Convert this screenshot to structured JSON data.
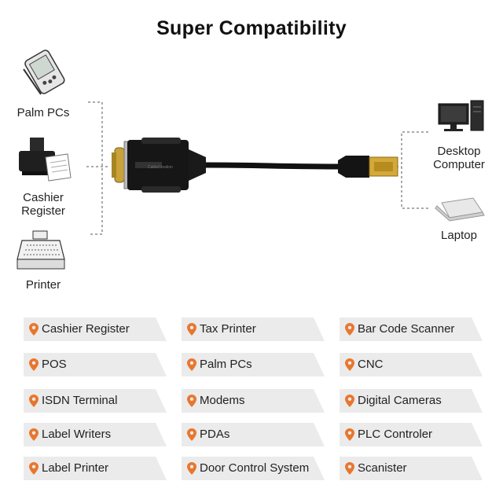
{
  "title": "Super Compatibility",
  "left_devices": [
    {
      "label": "Palm PCs",
      "icon": "palm-pc-icon"
    },
    {
      "label": "Cashier Register",
      "icon": "printer-icon"
    },
    {
      "label": "Printer",
      "icon": "cash-register-icon"
    }
  ],
  "right_devices": [
    {
      "label": "Desktop Computer",
      "icon": "desktop-computer-icon"
    },
    {
      "label": "Laptop",
      "icon": "laptop-icon"
    }
  ],
  "cable_brand": "CableCreation",
  "accent_color": "#e8772e",
  "grid": [
    [
      "Cashier Register",
      "Tax Printer",
      "Bar Code Scanner"
    ],
    [
      "POS",
      "Palm PCs",
      "CNC"
    ],
    [
      "ISDN Terminal",
      "Modems",
      "Digital Cameras"
    ],
    [
      "Label Writers",
      "PDAs",
      "PLC Controler"
    ],
    [
      "Label Printer",
      "Door Control System",
      "Scanister"
    ]
  ]
}
